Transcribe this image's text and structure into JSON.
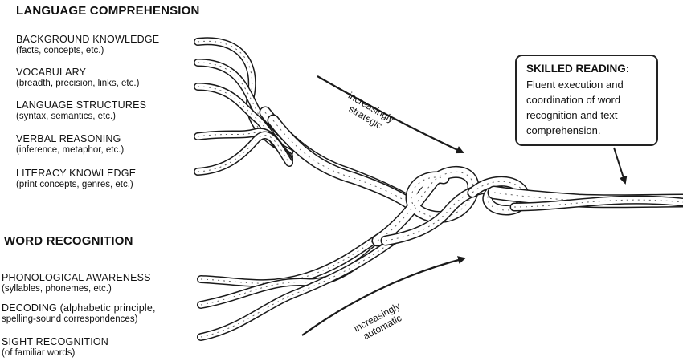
{
  "language_comprehension": {
    "title": "LANGUAGE COMPREHENSION",
    "strands": [
      {
        "name": "BACKGROUND KNOWLEDGE",
        "desc": "(facts, concepts, etc.)"
      },
      {
        "name": "VOCABULARY",
        "desc": "(breadth, precision, links, etc.)"
      },
      {
        "name": "LANGUAGE STRUCTURES",
        "desc": "(syntax, semantics, etc.)"
      },
      {
        "name": "VERBAL REASONING",
        "desc": "(inference, metaphor, etc.)"
      },
      {
        "name": "LITERACY KNOWLEDGE",
        "desc": "(print concepts, genres, etc.)"
      }
    ]
  },
  "word_recognition": {
    "title": "WORD RECOGNITION",
    "strands": [
      {
        "name": "PHONOLOGICAL AWARENESS",
        "desc": "(syllables, phonemes, etc.)"
      },
      {
        "name": "DECODING (alphabetic principle,",
        "desc": "spelling-sound correspondences)"
      },
      {
        "name": "SIGHT RECOGNITION",
        "desc": "(of familiar words)"
      }
    ]
  },
  "arrows": {
    "strategic": {
      "line1": "increasingly",
      "line2": "strategic"
    },
    "automatic": {
      "line1": "increasingly",
      "line2": "automatic"
    }
  },
  "callout": {
    "title": "SKILLED READING:",
    "body": "Fluent execution and coordination of word recognition and text comprehension."
  },
  "colors": {
    "ink": "#1a1a1a",
    "rope_fill": "#ffffff"
  }
}
